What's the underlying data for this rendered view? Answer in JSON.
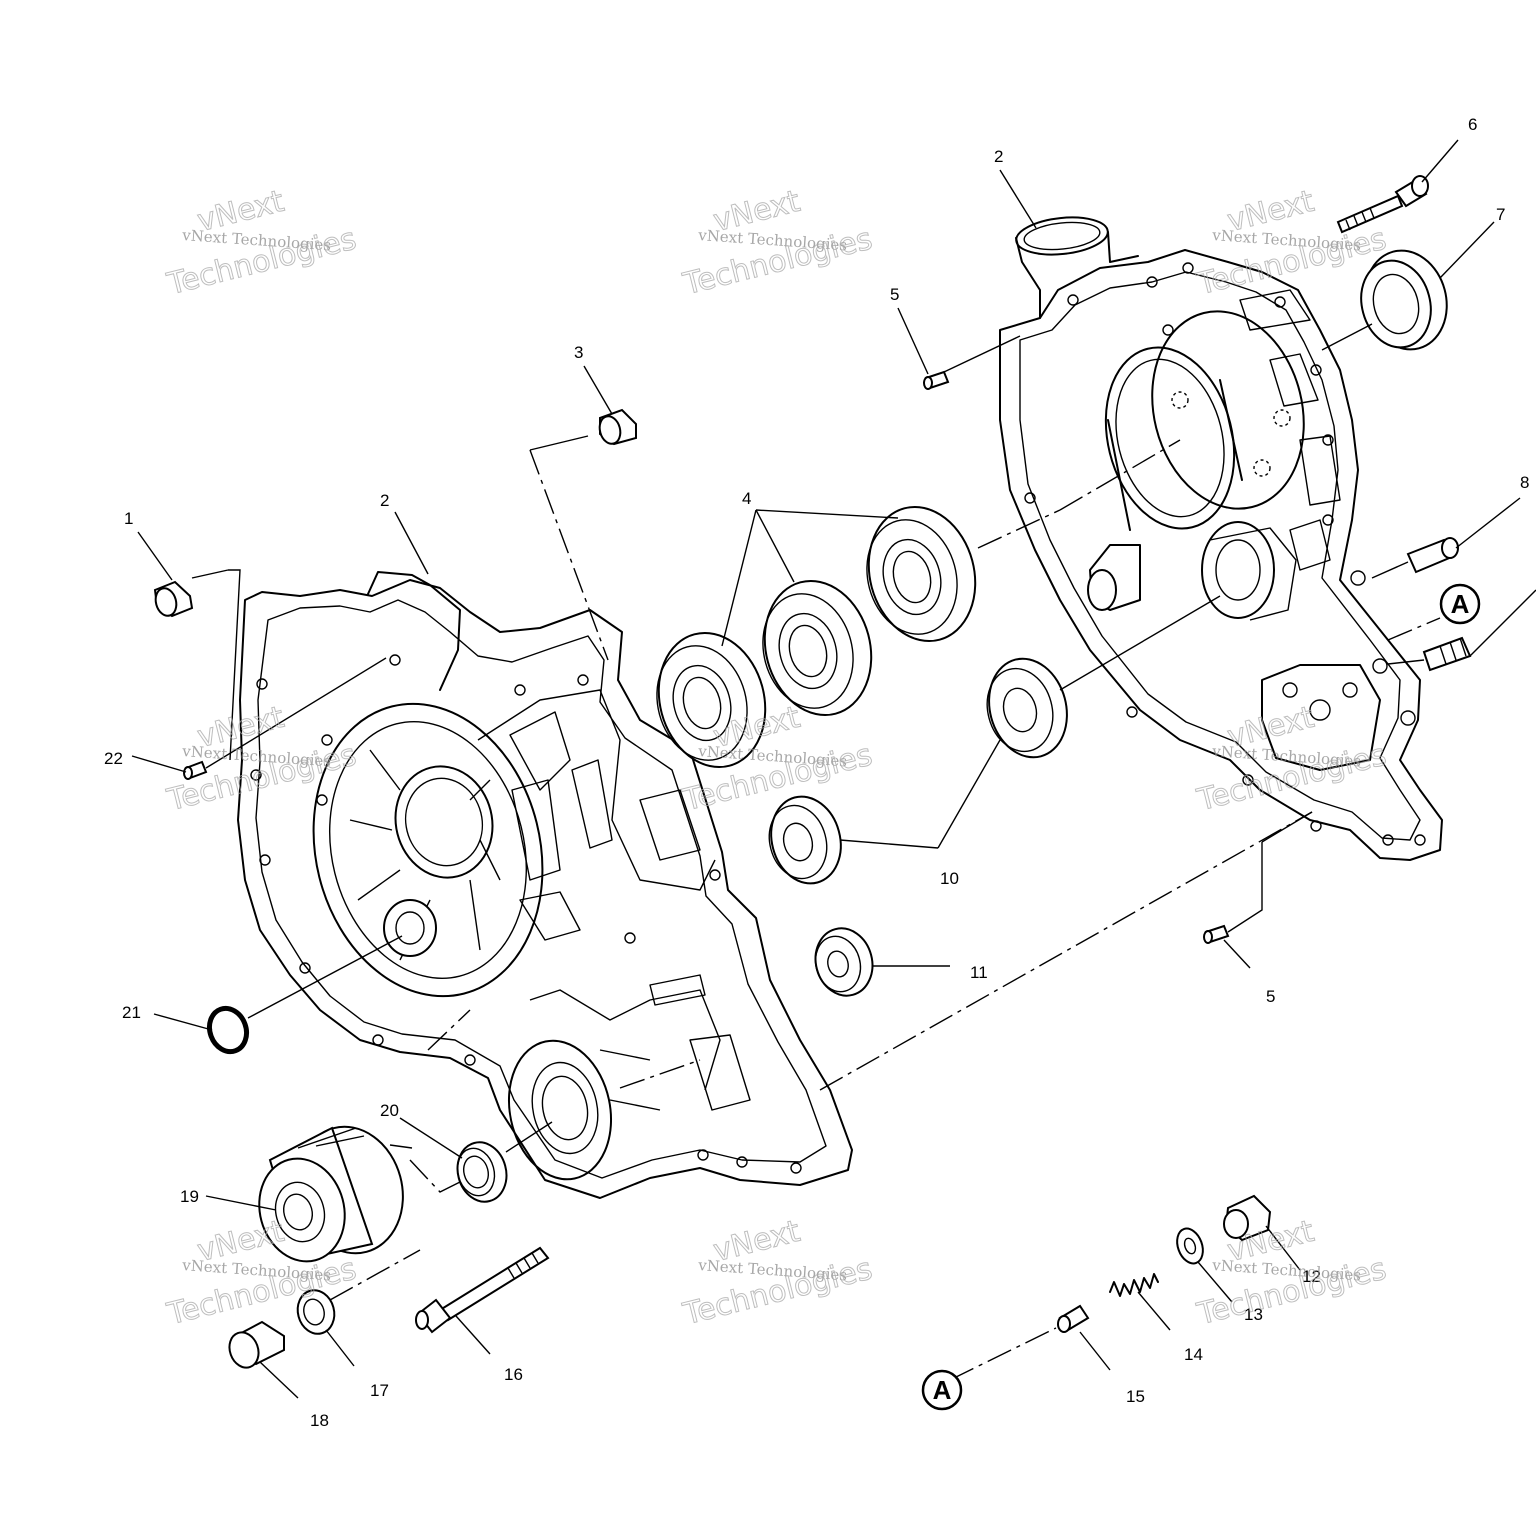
{
  "callouts": [
    {
      "id": "1",
      "text": "1"
    },
    {
      "id": "2a",
      "text": "2"
    },
    {
      "id": "2b",
      "text": "2"
    },
    {
      "id": "3",
      "text": "3"
    },
    {
      "id": "4",
      "text": "4"
    },
    {
      "id": "5a",
      "text": "5"
    },
    {
      "id": "5b",
      "text": "5"
    },
    {
      "id": "6",
      "text": "6"
    },
    {
      "id": "7",
      "text": "7"
    },
    {
      "id": "8",
      "text": "8"
    },
    {
      "id": "10",
      "text": "10"
    },
    {
      "id": "11",
      "text": "11"
    },
    {
      "id": "12",
      "text": "12"
    },
    {
      "id": "13",
      "text": "13"
    },
    {
      "id": "14",
      "text": "14"
    },
    {
      "id": "15",
      "text": "15"
    },
    {
      "id": "16",
      "text": "16"
    },
    {
      "id": "17",
      "text": "17"
    },
    {
      "id": "18",
      "text": "18"
    },
    {
      "id": "19",
      "text": "19"
    },
    {
      "id": "20",
      "text": "20"
    },
    {
      "id": "21",
      "text": "21"
    },
    {
      "id": "22",
      "text": "22"
    }
  ],
  "reference_marks": [
    {
      "id": "A1",
      "text": "A"
    },
    {
      "id": "A2",
      "text": "A"
    }
  ],
  "watermark": {
    "line1": "vNext Technologies",
    "line2": "vNext",
    "line3": "Technologies"
  }
}
